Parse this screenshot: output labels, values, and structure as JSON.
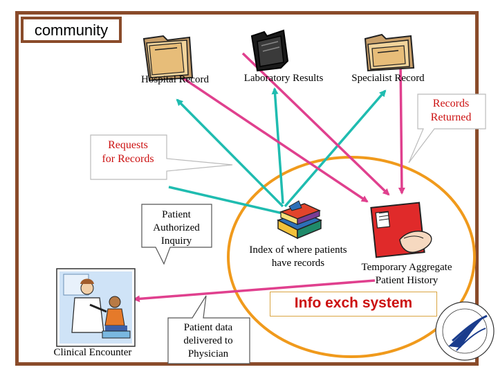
{
  "title": "community",
  "sources": [
    {
      "label": "Hospital Record",
      "icon": "folder-icon"
    },
    {
      "label": "Laboratory Results",
      "icon": "black-folder-icon"
    },
    {
      "label": "Specialist Record",
      "icon": "folder-icon"
    }
  ],
  "callouts": {
    "records_returned": "Records\nReturned",
    "requests_for_records": "Requests\nfor Records",
    "patient_authorized_inquiry": "Patient\nAuthorized\nInquiry",
    "patient_data_delivered": "Patient data\ndelivered to\nPhysician"
  },
  "system": {
    "label": "Info exch system",
    "index_label": "Index of where patients\nhave records",
    "aggregate_label": "Temporary Aggregate\nPatient History"
  },
  "encounter": {
    "label": "Clinical Encounter"
  },
  "colors": {
    "frame": "#8a4b2a",
    "request_arrow": "#1fbcb0",
    "return_arrow": "#e0408e",
    "system_ellipse": "#f09a1c",
    "system_label": "#cc1111"
  }
}
